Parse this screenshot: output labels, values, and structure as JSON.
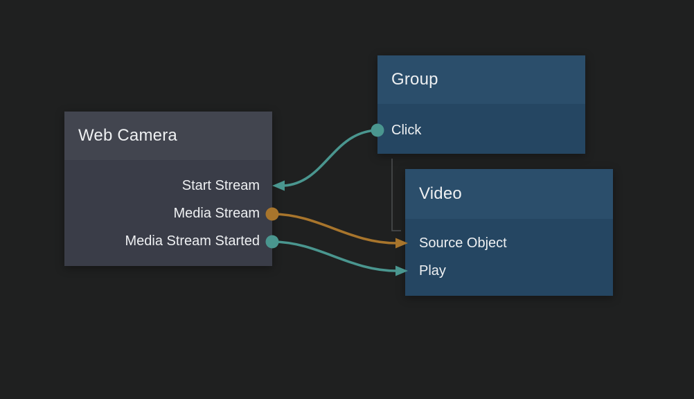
{
  "colors": {
    "canvas_bg": "#1f2020",
    "gray_node_header": "#42454f",
    "gray_node_body": "#3a3d48",
    "blue_node_header": "#2b4e6b",
    "blue_node_body": "#254662",
    "teal": "#4a968f",
    "orange": "#a8752c",
    "group_link_gray": "#4d4f50",
    "text": "#eef0f2"
  },
  "nodes": {
    "web_camera": {
      "title": "Web Camera",
      "ports": [
        {
          "label": "Start Stream",
          "side": "right",
          "marker": "arrow-in",
          "color": "#4a968f"
        },
        {
          "label": "Media Stream",
          "side": "right",
          "marker": "dot-out",
          "color": "#a8752c"
        },
        {
          "label": "Media Stream Started",
          "side": "right",
          "marker": "dot-out",
          "color": "#4a968f"
        }
      ]
    },
    "group": {
      "title": "Group",
      "ports": [
        {
          "label": "Click",
          "side": "left",
          "marker": "dot-out",
          "color": "#4a968f"
        }
      ]
    },
    "video": {
      "title": "Video",
      "ports": [
        {
          "label": "Source Object",
          "side": "left",
          "marker": "arrow-in",
          "color": "#a8752c"
        },
        {
          "label": "Play",
          "side": "left",
          "marker": "arrow-in",
          "color": "#4a968f"
        }
      ]
    }
  },
  "connections": [
    {
      "from": "Group / Click",
      "to": "Web Camera / Start Stream",
      "color": "#4a968f"
    },
    {
      "from": "Web Camera / Media Stream",
      "to": "Video / Source Object",
      "color": "#a8752c"
    },
    {
      "from": "Web Camera / Media Stream Started",
      "to": "Video / Play",
      "color": "#4a968f"
    },
    {
      "from": "Group",
      "to": "Video",
      "type": "group-containment",
      "color": "#4d4f50"
    }
  ]
}
